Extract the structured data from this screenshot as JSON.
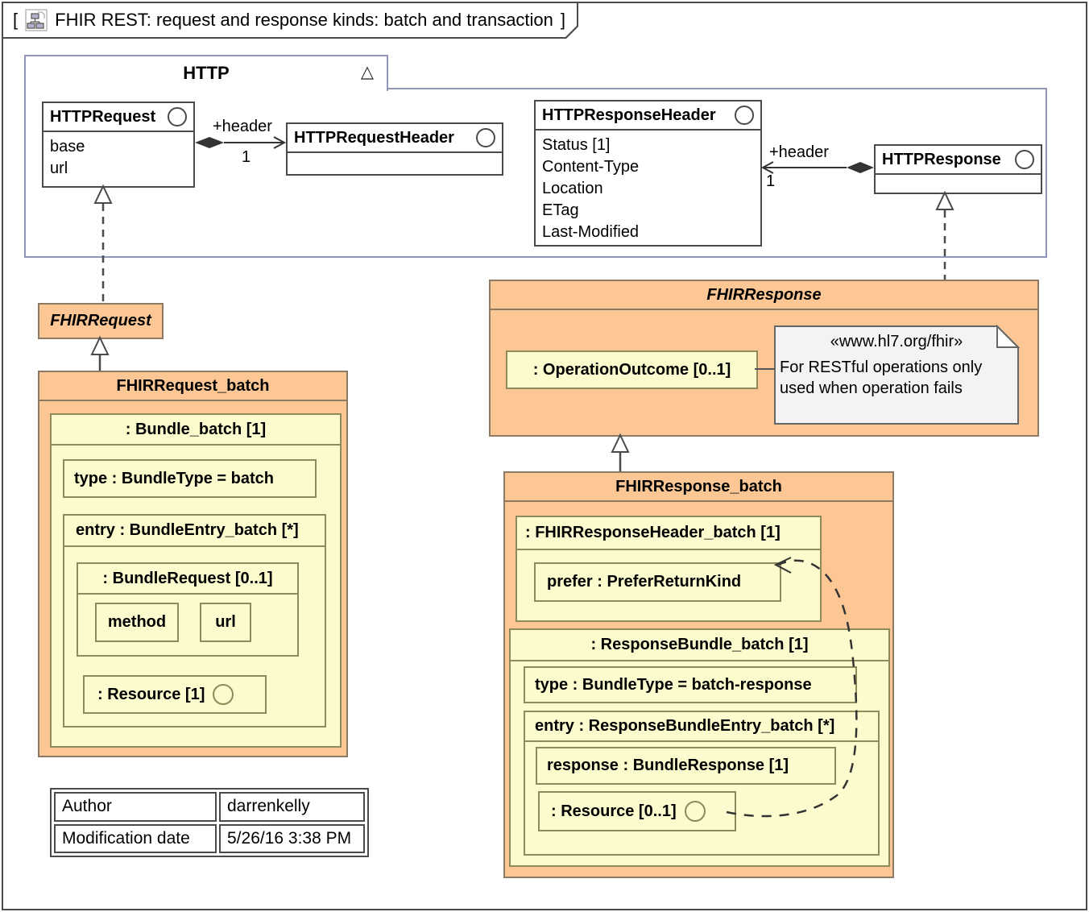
{
  "diagram": {
    "bracket_open": "[",
    "bracket_close": "]",
    "title": "FHIR REST: request and response kinds: batch and transaction"
  },
  "http_package": {
    "name": "HTTP",
    "triangle": "△",
    "classes": {
      "http_request": {
        "name": "HTTPRequest",
        "attributes": [
          "base",
          "url"
        ]
      },
      "http_request_header": {
        "name": "HTTPRequestHeader"
      },
      "http_response_header": {
        "name": "HTTPResponseHeader",
        "attributes": [
          "Status [1]",
          "Content-Type",
          "Location",
          "ETag",
          "Last-Modified"
        ]
      },
      "http_response": {
        "name": "HTTPResponse"
      }
    },
    "associations": {
      "request_header": {
        "role": "+header",
        "multiplicity": "1"
      },
      "response_header": {
        "role": "+header",
        "multiplicity": "1"
      }
    }
  },
  "fhir_request": {
    "name": "FHIRRequest"
  },
  "fhir_request_batch": {
    "name": "FHIRRequest_batch",
    "bundle": {
      "name": ": Bundle_batch [1]",
      "type": "type : BundleType = batch",
      "entry": {
        "name": "entry : BundleEntry_batch [*]",
        "bundle_request": {
          "name": ": BundleRequest [0..1]",
          "method": "method",
          "url": "url"
        },
        "resource": ": Resource [1]"
      }
    }
  },
  "fhir_response": {
    "name": "FHIRResponse",
    "operation_outcome": ": OperationOutcome [0..1]",
    "note": {
      "stereotype": "«www.hl7.org/fhir»",
      "line1": "For RESTful operations only",
      "line2": "used when operation fails"
    }
  },
  "fhir_response_batch": {
    "name": "FHIRResponse_batch",
    "header": {
      "name": ": FHIRResponseHeader_batch [1]",
      "prefer": "prefer : PreferReturnKind"
    },
    "bundle": {
      "name": ": ResponseBundle_batch [1]",
      "type": "type : BundleType = batch-response",
      "entry": {
        "name": "entry : ResponseBundleEntry_batch [*]",
        "response": "response : BundleResponse [1]",
        "resource": ": Resource [0..1]"
      }
    }
  },
  "info_table": {
    "rows": [
      {
        "label": "Author",
        "value": "darrenkelly"
      },
      {
        "label": "Modification date",
        "value": "5/26/16 3:38 PM"
      }
    ]
  },
  "colors": {
    "orange_fill": "#FCC795",
    "orange_border": "#8C7A64",
    "yellow_fill": "#FBFBCE",
    "yellow_border": "#908A58",
    "package_border": "#9096B8",
    "class_border": "#4a4a4a",
    "note_fill": "#F3F3F3"
  }
}
